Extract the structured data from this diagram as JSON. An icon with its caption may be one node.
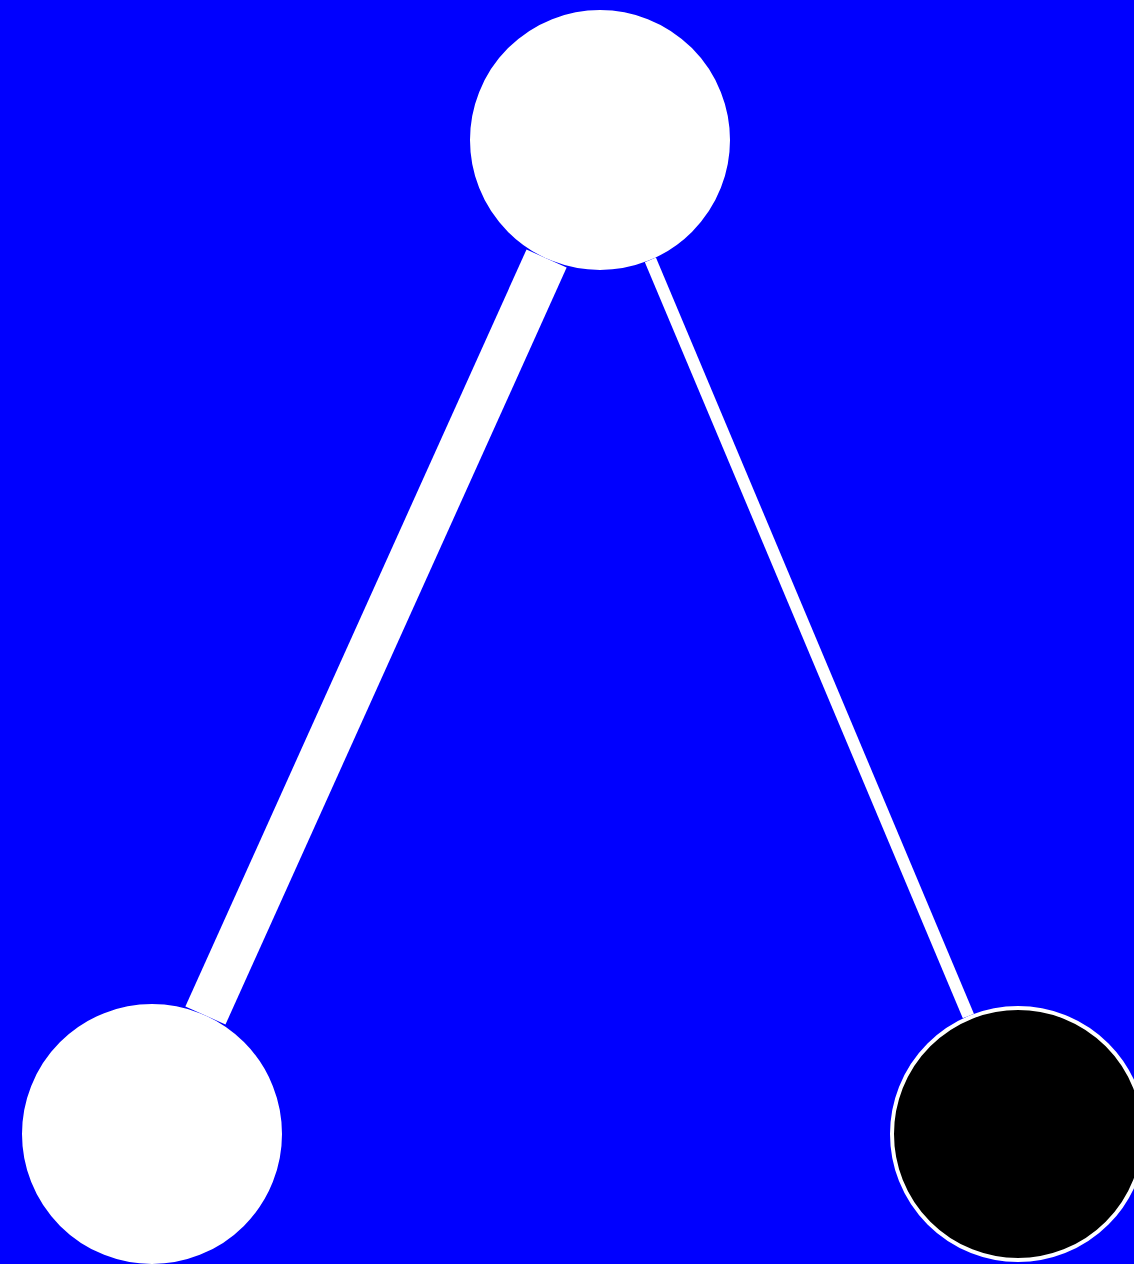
{
  "diagram": {
    "nodes": [
      {
        "text": [],
        "shape": "circle"
      },
      {
        "text": [],
        "shape": "circle"
      },
      {
        "text": [],
        "shape": "circle"
      }
    ],
    "edges": [
      {
        "from": 0,
        "to": 1,
        "arrow": "none",
        "style": "thick"
      },
      {
        "from": 0,
        "to": 2,
        "arrow": "none"
      }
    ]
  }
}
